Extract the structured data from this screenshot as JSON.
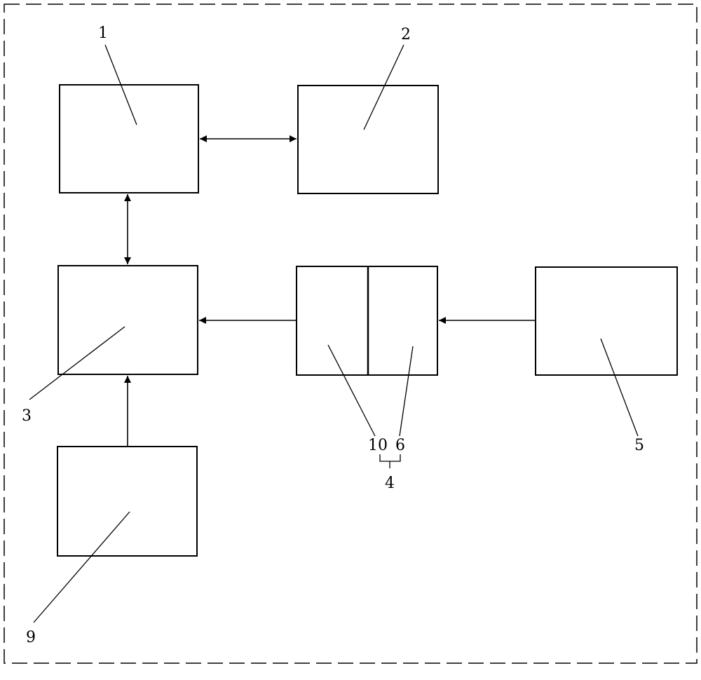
{
  "labels": {
    "block1": "1",
    "block2": "2",
    "block3": "3",
    "block4": "4",
    "block5": "5",
    "block6": "6",
    "block9": "9",
    "block10": "10"
  }
}
